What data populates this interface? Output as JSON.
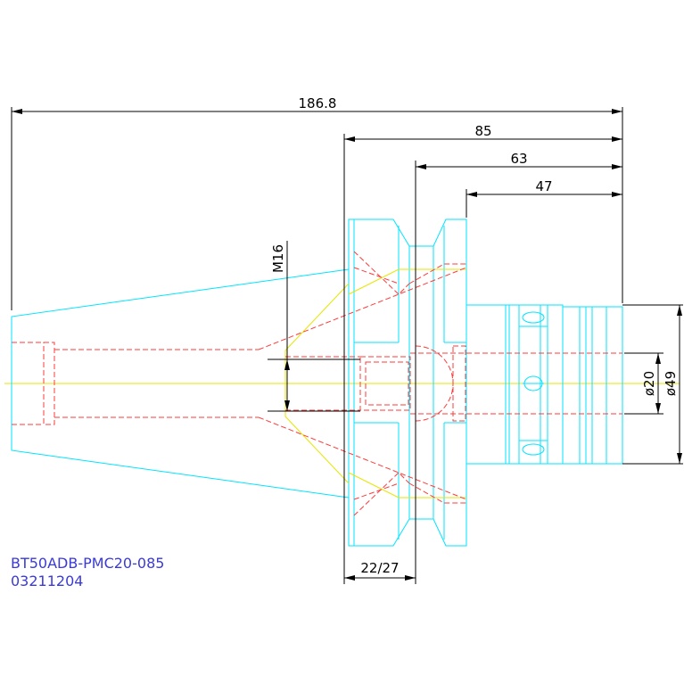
{
  "dimensions": {
    "overall_length": "186.8",
    "flange_to_end": "85",
    "gauge_to_end": "63",
    "nose_length": "47",
    "thread": "M16",
    "bore_diameter": "ø20",
    "nose_diameter": "ø49",
    "flange_width": "22/27"
  },
  "part": {
    "model": "BT50ADB-PMC20-085",
    "code": "03211204"
  },
  "colors": {
    "outline": "#00e5ff",
    "hidden": "#ff3b3b",
    "center": "#e6e600",
    "dimension": "#000000",
    "label": "#3a3ad6"
  }
}
